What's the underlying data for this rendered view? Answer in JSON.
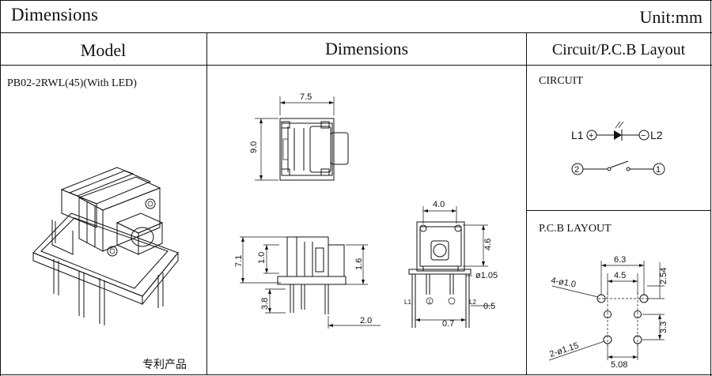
{
  "header": {
    "title": "Dimensions",
    "unit": "Unit:mm"
  },
  "columns": {
    "model": "Model",
    "dimensions": "Dimensions",
    "layout": "Circuit/P.C.B Layout"
  },
  "model": {
    "name": "PB02-2RWL(45)(With LED)",
    "footer": "专利产品"
  },
  "top_view": {
    "width": "7.5",
    "height": "9.0"
  },
  "side_view": {
    "total": "7.1",
    "upper": "1.0",
    "right": "1.6",
    "lead": "3.8",
    "offset": "2.0"
  },
  "front_view": {
    "width": "4.0",
    "height": "4.6",
    "pin": "ø1.05",
    "pitch_a": "0.5",
    "pitch_b": "0.7",
    "l1": "L1",
    "l2": "L2",
    "n1": "1"
  },
  "circuit": {
    "heading": "CIRCUIT",
    "led_left": "L1",
    "led_right": "L2",
    "plus": "+",
    "minus": "−",
    "sw_left": "2",
    "sw_right": "1"
  },
  "pcb": {
    "heading": "P.C.B LAYOUT",
    "d63": "6.3",
    "d45": "4.5",
    "d254": "2.54",
    "d33": "3.3",
    "d508": "5.08",
    "hole_a": "4-ø1.0",
    "hole_b": "2-ø1.15"
  }
}
